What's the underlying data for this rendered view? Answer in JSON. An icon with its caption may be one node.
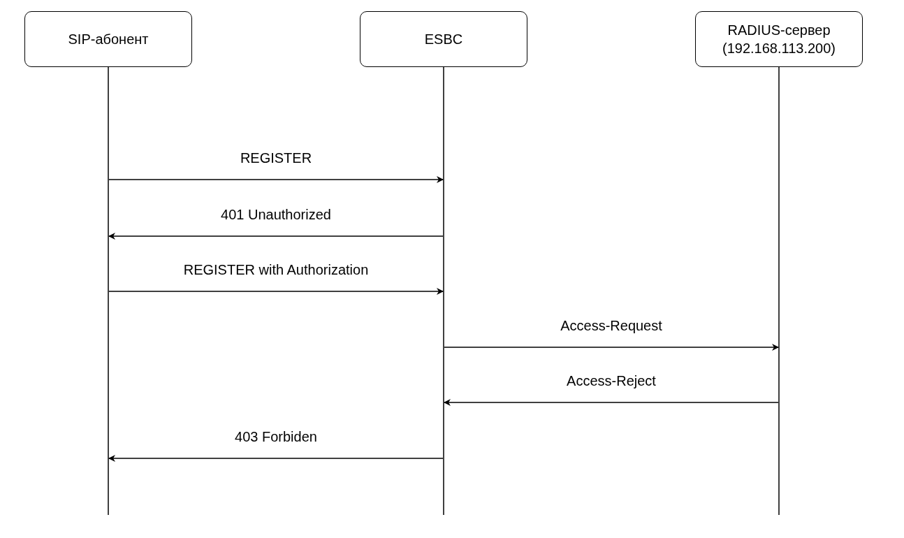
{
  "diagram": {
    "nodes": [
      {
        "text": [
          "SIP-абонент"
        ]
      },
      {
        "text": [
          "ESBC"
        ]
      },
      {
        "text": [
          "RADIUS-сервер (192.168.113.200)"
        ]
      }
    ],
    "edges": [
      {
        "from": 0,
        "to": 1,
        "arrow": "to",
        "label": "REGISTER"
      },
      {
        "from": 1,
        "to": 0,
        "arrow": "to",
        "label": "401 Unauthorized"
      },
      {
        "from": 0,
        "to": 1,
        "arrow": "to",
        "label": "REGISTER with Authorization"
      },
      {
        "from": 1,
        "to": 2,
        "arrow": "to",
        "label": "Access-Request"
      },
      {
        "from": 2,
        "to": 1,
        "arrow": "to",
        "label": "Access-Reject"
      },
      {
        "from": 1,
        "to": 0,
        "arrow": "to",
        "label": "403 Forbiden"
      }
    ]
  }
}
